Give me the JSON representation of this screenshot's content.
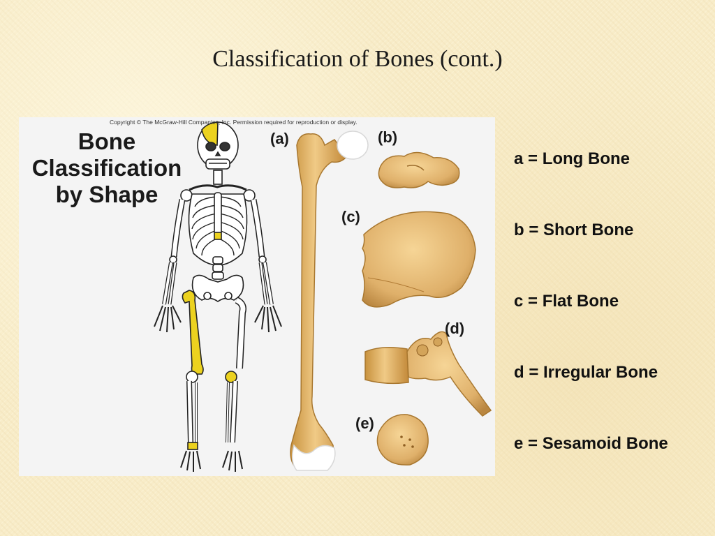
{
  "slide": {
    "title": "Classification of Bones (cont.)"
  },
  "figure": {
    "copyright": "Copyright © The McGraw-Hill Companies, Inc. Permission required for reproduction or display.",
    "heading_lines": [
      "Bone",
      "Classification",
      "by Shape"
    ],
    "labels": {
      "a": "(a)",
      "b": "(b)",
      "c": "(c)",
      "d": "(d)",
      "e": "(e)"
    }
  },
  "legend": {
    "items": [
      "a = Long Bone",
      "b = Short Bone",
      "c = Flat Bone",
      "d = Irregular Bone",
      "e = Sesamoid Bone"
    ]
  },
  "colors": {
    "bone": "#e2b872",
    "bone_dark": "#b7833c",
    "highlight": "#ecd21f",
    "cartilage": "#ffffff"
  }
}
